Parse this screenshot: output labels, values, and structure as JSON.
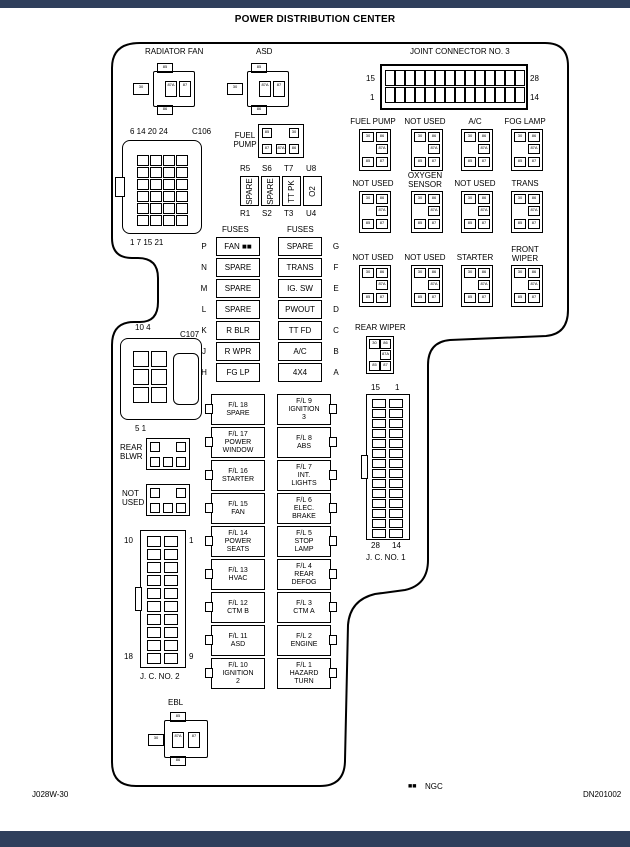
{
  "title": "POWER DISTRIBUTION CENTER",
  "footer": {
    "left": "J028W-30",
    "right": "DN201002",
    "legend_symbol": "■■",
    "legend_text": "NGC"
  },
  "relays_top": {
    "radiator_fan": "RADIATOR FAN",
    "asd": "ASD",
    "fuel_pump": "FUEL\nPUMP",
    "ebl": "EBL"
  },
  "pin_labels": {
    "p85": "85",
    "p86": "86",
    "p87": "87",
    "p87a": "87A",
    "p30": "30"
  },
  "joint_connector": {
    "label": "JOINT CONNECTOR NO. 3",
    "pin_15": "15",
    "pin_1": "1",
    "pin_28": "28",
    "pin_14": "14"
  },
  "c106": {
    "label": "C106",
    "top_pins": "6  14  20  24",
    "bottom_pins": "1    7    15  21"
  },
  "c107": {
    "label": "C107",
    "top_pins": "10     4",
    "bottom_pins": "5         1"
  },
  "relay_grid": [
    {
      "label": "FUEL PUMP"
    },
    {
      "label": "NOT USED"
    },
    {
      "label": "A/C"
    },
    {
      "label": "FOG LAMP"
    },
    {
      "label": "NOT USED"
    },
    {
      "label": "OXYGEN\nSENSOR"
    },
    {
      "label": "NOT USED"
    },
    {
      "label": "TRANS"
    },
    {
      "label": "NOT USED"
    },
    {
      "label": "NOT USED"
    },
    {
      "label": "STARTER"
    },
    {
      "label": "FRONT\nWIPER"
    }
  ],
  "rear_wiper": "REAR WIPER",
  "rear_blwr": "REAR\nBLWR",
  "not_used_small": "NOT\nUSED",
  "mini_fuses": {
    "top_letters": [
      "R5",
      "S6",
      "T7",
      "U8"
    ],
    "bottom_letters": [
      "R1",
      "S2",
      "T3",
      "U4"
    ],
    "items": [
      "SPARE",
      "SPARE",
      "TT PK",
      "O2"
    ]
  },
  "fuses_left": {
    "header": "FUSES",
    "letters": [
      "P",
      "N",
      "M",
      "L",
      "K",
      "J",
      "H"
    ],
    "items": [
      "FAN ■■",
      "SPARE",
      "SPARE",
      "SPARE",
      "R BLR",
      "R WPR",
      "FG LP"
    ]
  },
  "fuses_right": {
    "header": "FUSES",
    "letters": [
      "G",
      "F",
      "E",
      "D",
      "C",
      "B",
      "A"
    ],
    "items": [
      "SPARE",
      "TRANS",
      "IG. SW",
      "PWOUT",
      "TT FD",
      "A/C",
      "4X4"
    ]
  },
  "maxi_left": [
    "F/L 18\nSPARE",
    "F/L 17\nPOWER\nWINDOW",
    "F/L 16\nSTARTER",
    "F/L 15\nFAN",
    "F/L 14\nPOWER\nSEATS",
    "F/L 13\nHVAC",
    "F/L 12\nCTM B",
    "F/L 11\nASD",
    "F/L 10\nIGNITION\n2"
  ],
  "maxi_right": [
    "F/L 9\nIGNITION\n3",
    "F/L 8\nABS",
    "F/L 7\nINT.\nLIGHTS",
    "F/L 6\nELEC.\nBRAKE",
    "F/L 5\nSTOP\nLAMP",
    "F/L 4\nREAR\nDEFOG",
    "F/L 3\nCTM A",
    "F/L 2\nENGINE",
    "F/L 1\nHAZARD\nTURN"
  ],
  "jc1": {
    "label": "J. C. NO. 1",
    "top_left": "15",
    "top_right": "1",
    "bottom_left": "28",
    "bottom_right": "14"
  },
  "jc2": {
    "label": "J. C. NO. 2",
    "top_left": "10",
    "top_right": "1",
    "bottom_left": "18",
    "bottom_right": "9"
  }
}
